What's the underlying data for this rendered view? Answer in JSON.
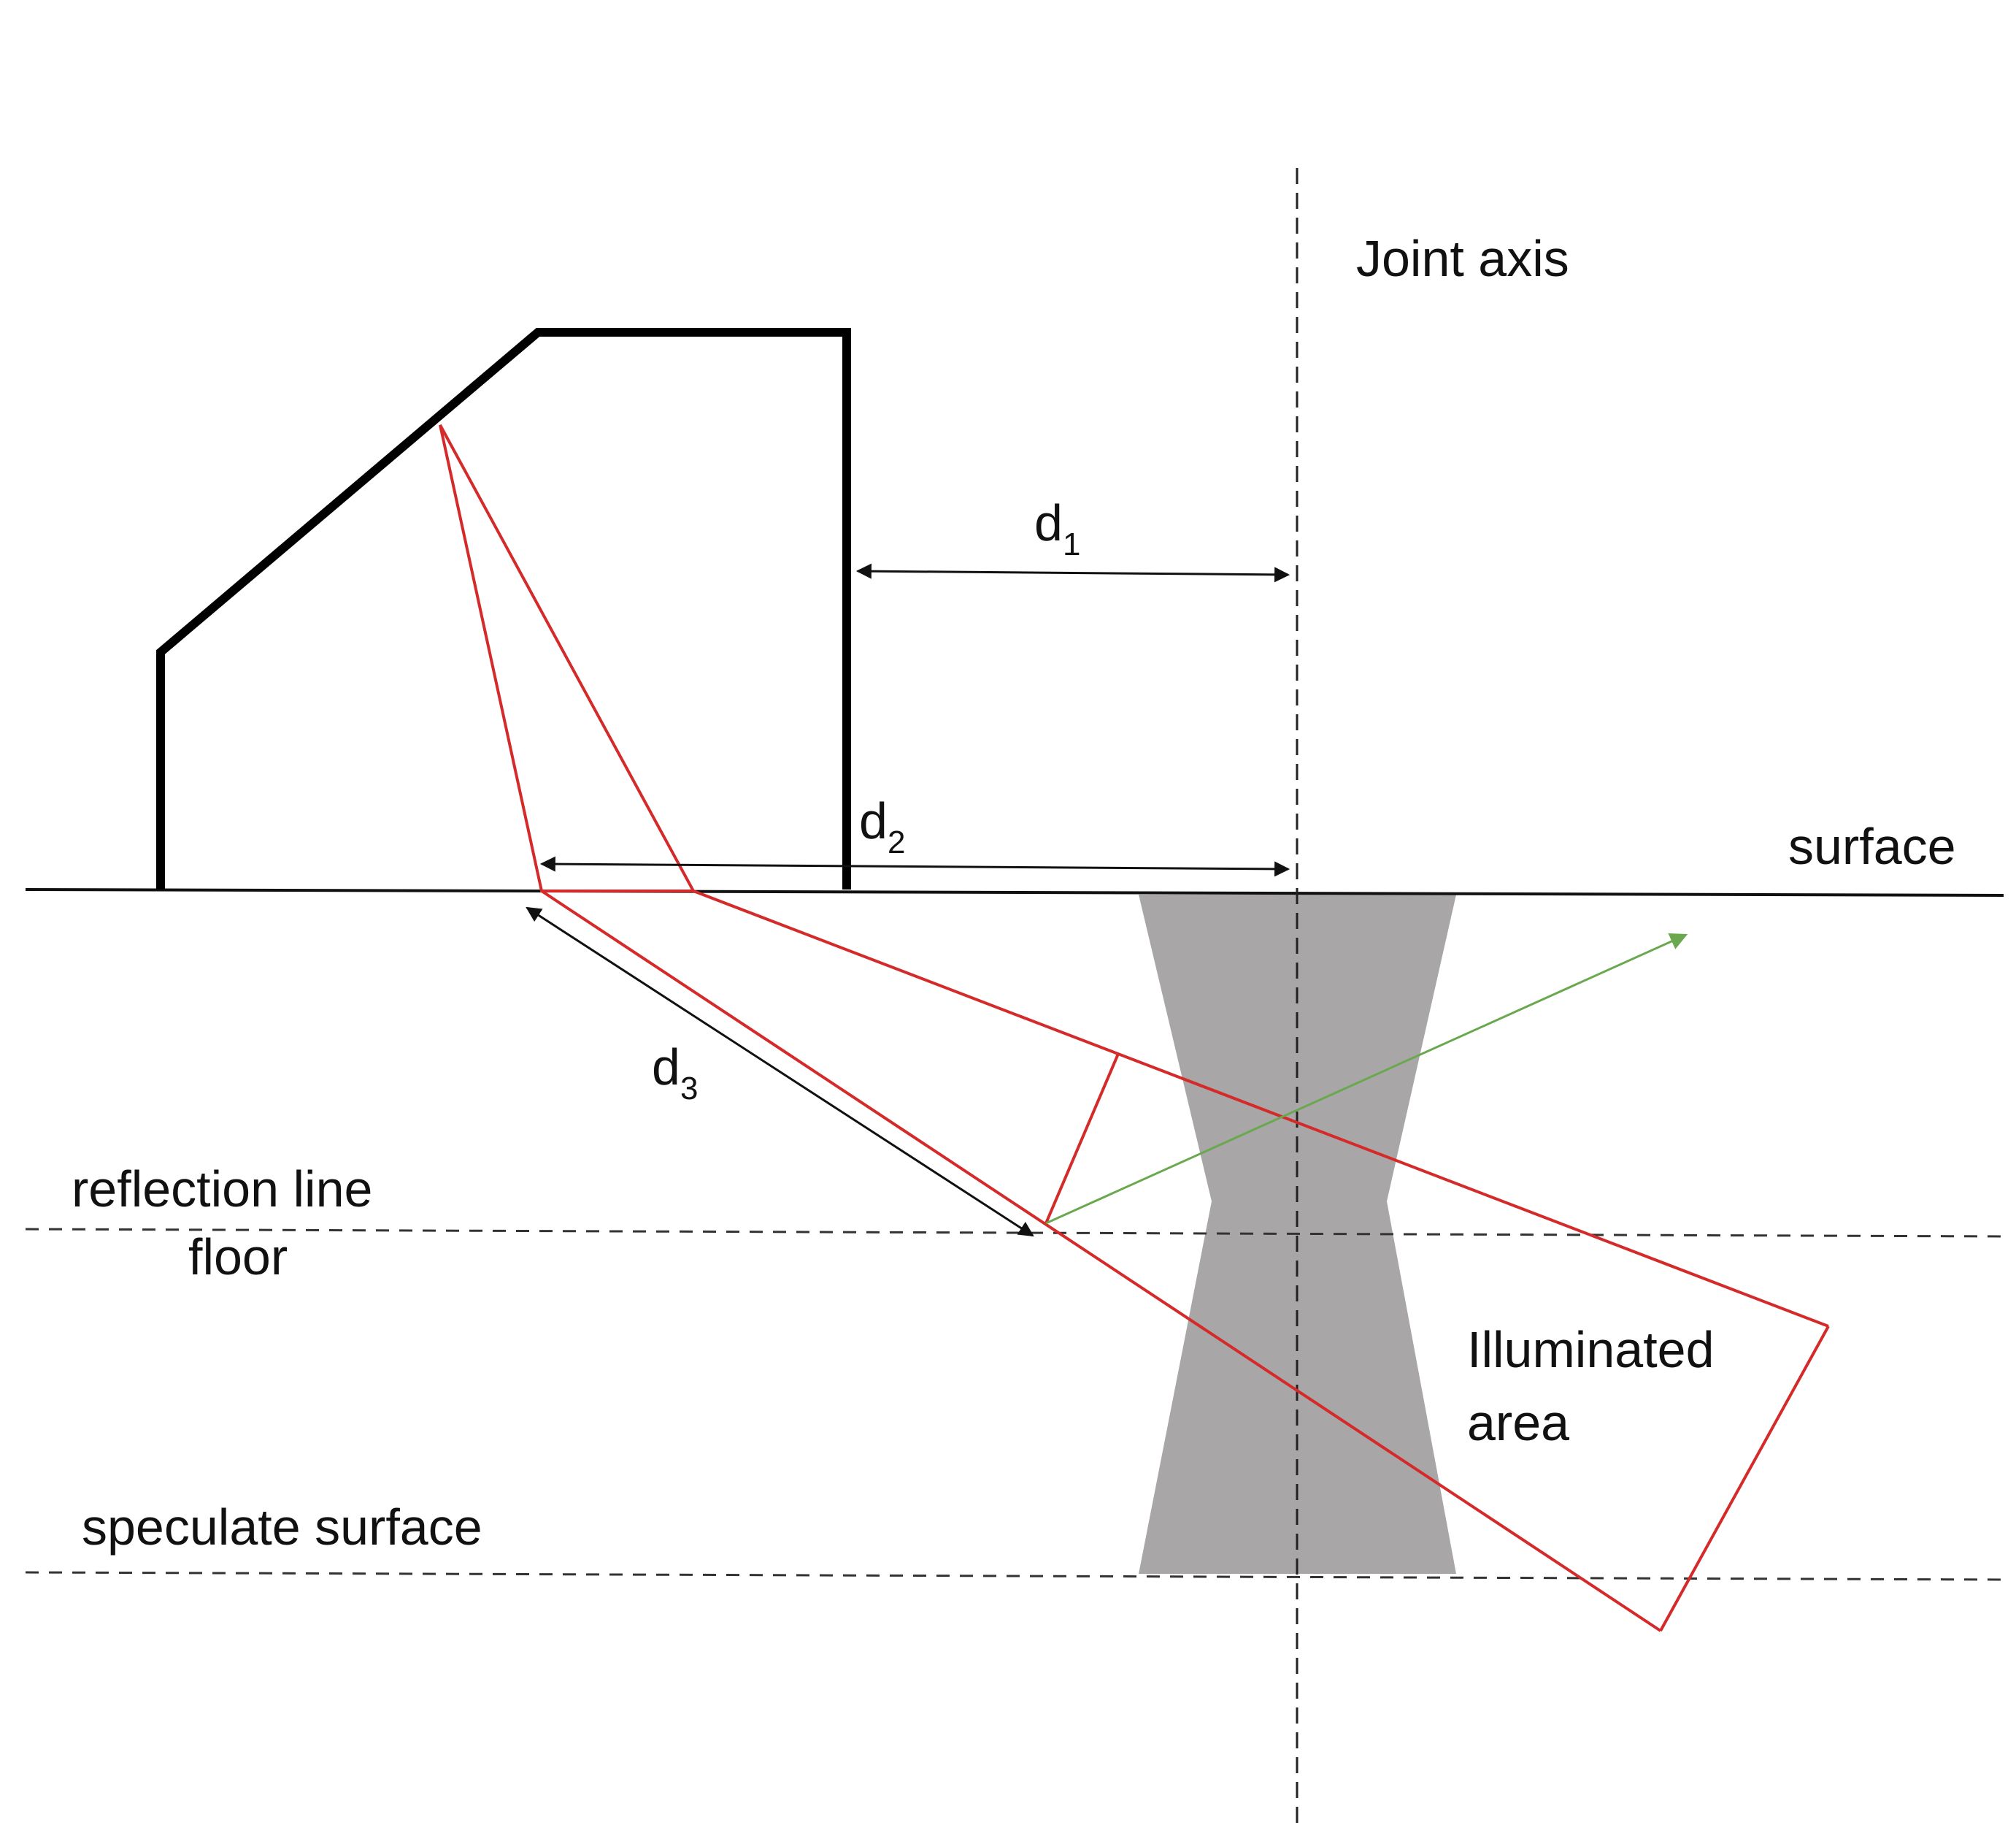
{
  "labels": {
    "joint_axis": "Joint axis",
    "surface": "surface",
    "reflection_line": "reflection line",
    "floor": "floor",
    "speculate_surface": "speculate surface",
    "illuminated_line1": "Illuminated",
    "illuminated_line2": "area",
    "d1_base": "d",
    "d1_sub": "1",
    "d2_base": "d",
    "d2_sub": "2",
    "d3_base": "d",
    "d3_sub": "3"
  },
  "colors": {
    "outline": "#000000",
    "beam": "#d42a2a",
    "reflected_ray": "#6aa84f",
    "weld_zone": "#a8a6a6",
    "dimension": "#111111",
    "dashed": "#333333"
  }
}
